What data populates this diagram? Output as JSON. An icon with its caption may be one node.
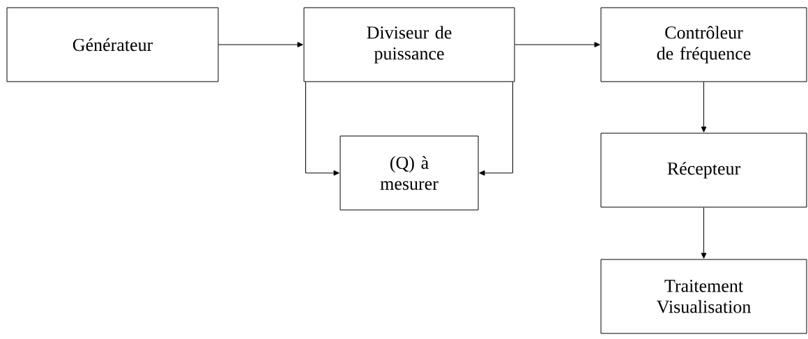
{
  "diagram": {
    "nodes": [
      {
        "text": [
          "Générateur"
        ]
      },
      {
        "text": [
          "Diviseur de puissance"
        ]
      },
      {
        "text": [
          "Contrôleur de fréquence"
        ]
      },
      {
        "text": [
          "(Q) à mesurer"
        ]
      },
      {
        "text": [
          "Récepteur"
        ]
      },
      {
        "text": [
          "Traitement Visualisation"
        ]
      }
    ],
    "edges": [
      {
        "from": 0,
        "to": 1,
        "arrow": "to"
      },
      {
        "from": 1,
        "to": 2,
        "arrow": "to"
      },
      {
        "from": 1,
        "to": 3,
        "arrow": "to"
      },
      {
        "from": 1,
        "to": 3,
        "arrow": "to"
      },
      {
        "from": 2,
        "to": 4,
        "arrow": "to"
      },
      {
        "from": 4,
        "to": 5,
        "arrow": "to"
      }
    ]
  }
}
